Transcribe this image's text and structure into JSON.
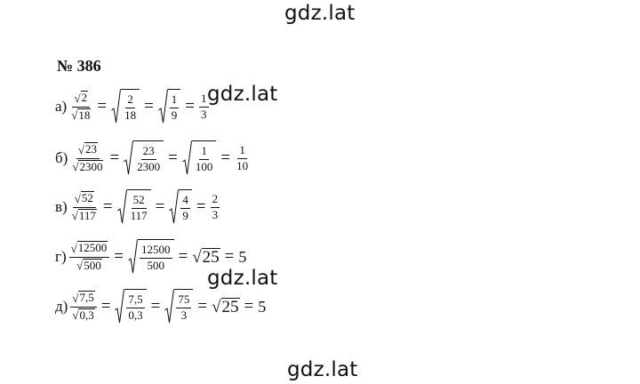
{
  "watermarks": {
    "top": "gdz.lat",
    "mid1": "gdz.lat",
    "mid2": "gdz.lat",
    "bottom": "gdz.lat"
  },
  "symbols": {
    "eq": "=",
    "sqrt": "√"
  },
  "title": "№ 386",
  "rows": {
    "a": {
      "label": "а)",
      "lhs_num": "2",
      "lhs_den": "18",
      "r1_num": "2",
      "r1_den": "18",
      "r2_num": "1",
      "r2_den": "9",
      "res_num": "1",
      "res_den": "3"
    },
    "b": {
      "label": "б)",
      "lhs_num": "23",
      "lhs_den": "2300",
      "r1_num": "23",
      "r1_den": "2300",
      "r2_num": "1",
      "r2_den": "100",
      "res_num": "1",
      "res_den": "10"
    },
    "v": {
      "label": "в)",
      "lhs_num": "52",
      "lhs_den": "117",
      "r1_num": "52",
      "r1_den": "117",
      "r2_num": "4",
      "r2_den": "9",
      "res_num": "2",
      "res_den": "3"
    },
    "g": {
      "label": "г)",
      "lhs_num": "12500",
      "lhs_den": "500",
      "r1_num": "12500",
      "r1_den": "500",
      "root_val": "25",
      "result": "5"
    },
    "d": {
      "label": "д)",
      "lhs_num": "7,5",
      "lhs_den": "0,3",
      "r1_num": "7,5",
      "r1_den": "0,3",
      "r2_num": "75",
      "r2_den": "3",
      "root_val": "25",
      "result": "5"
    }
  }
}
